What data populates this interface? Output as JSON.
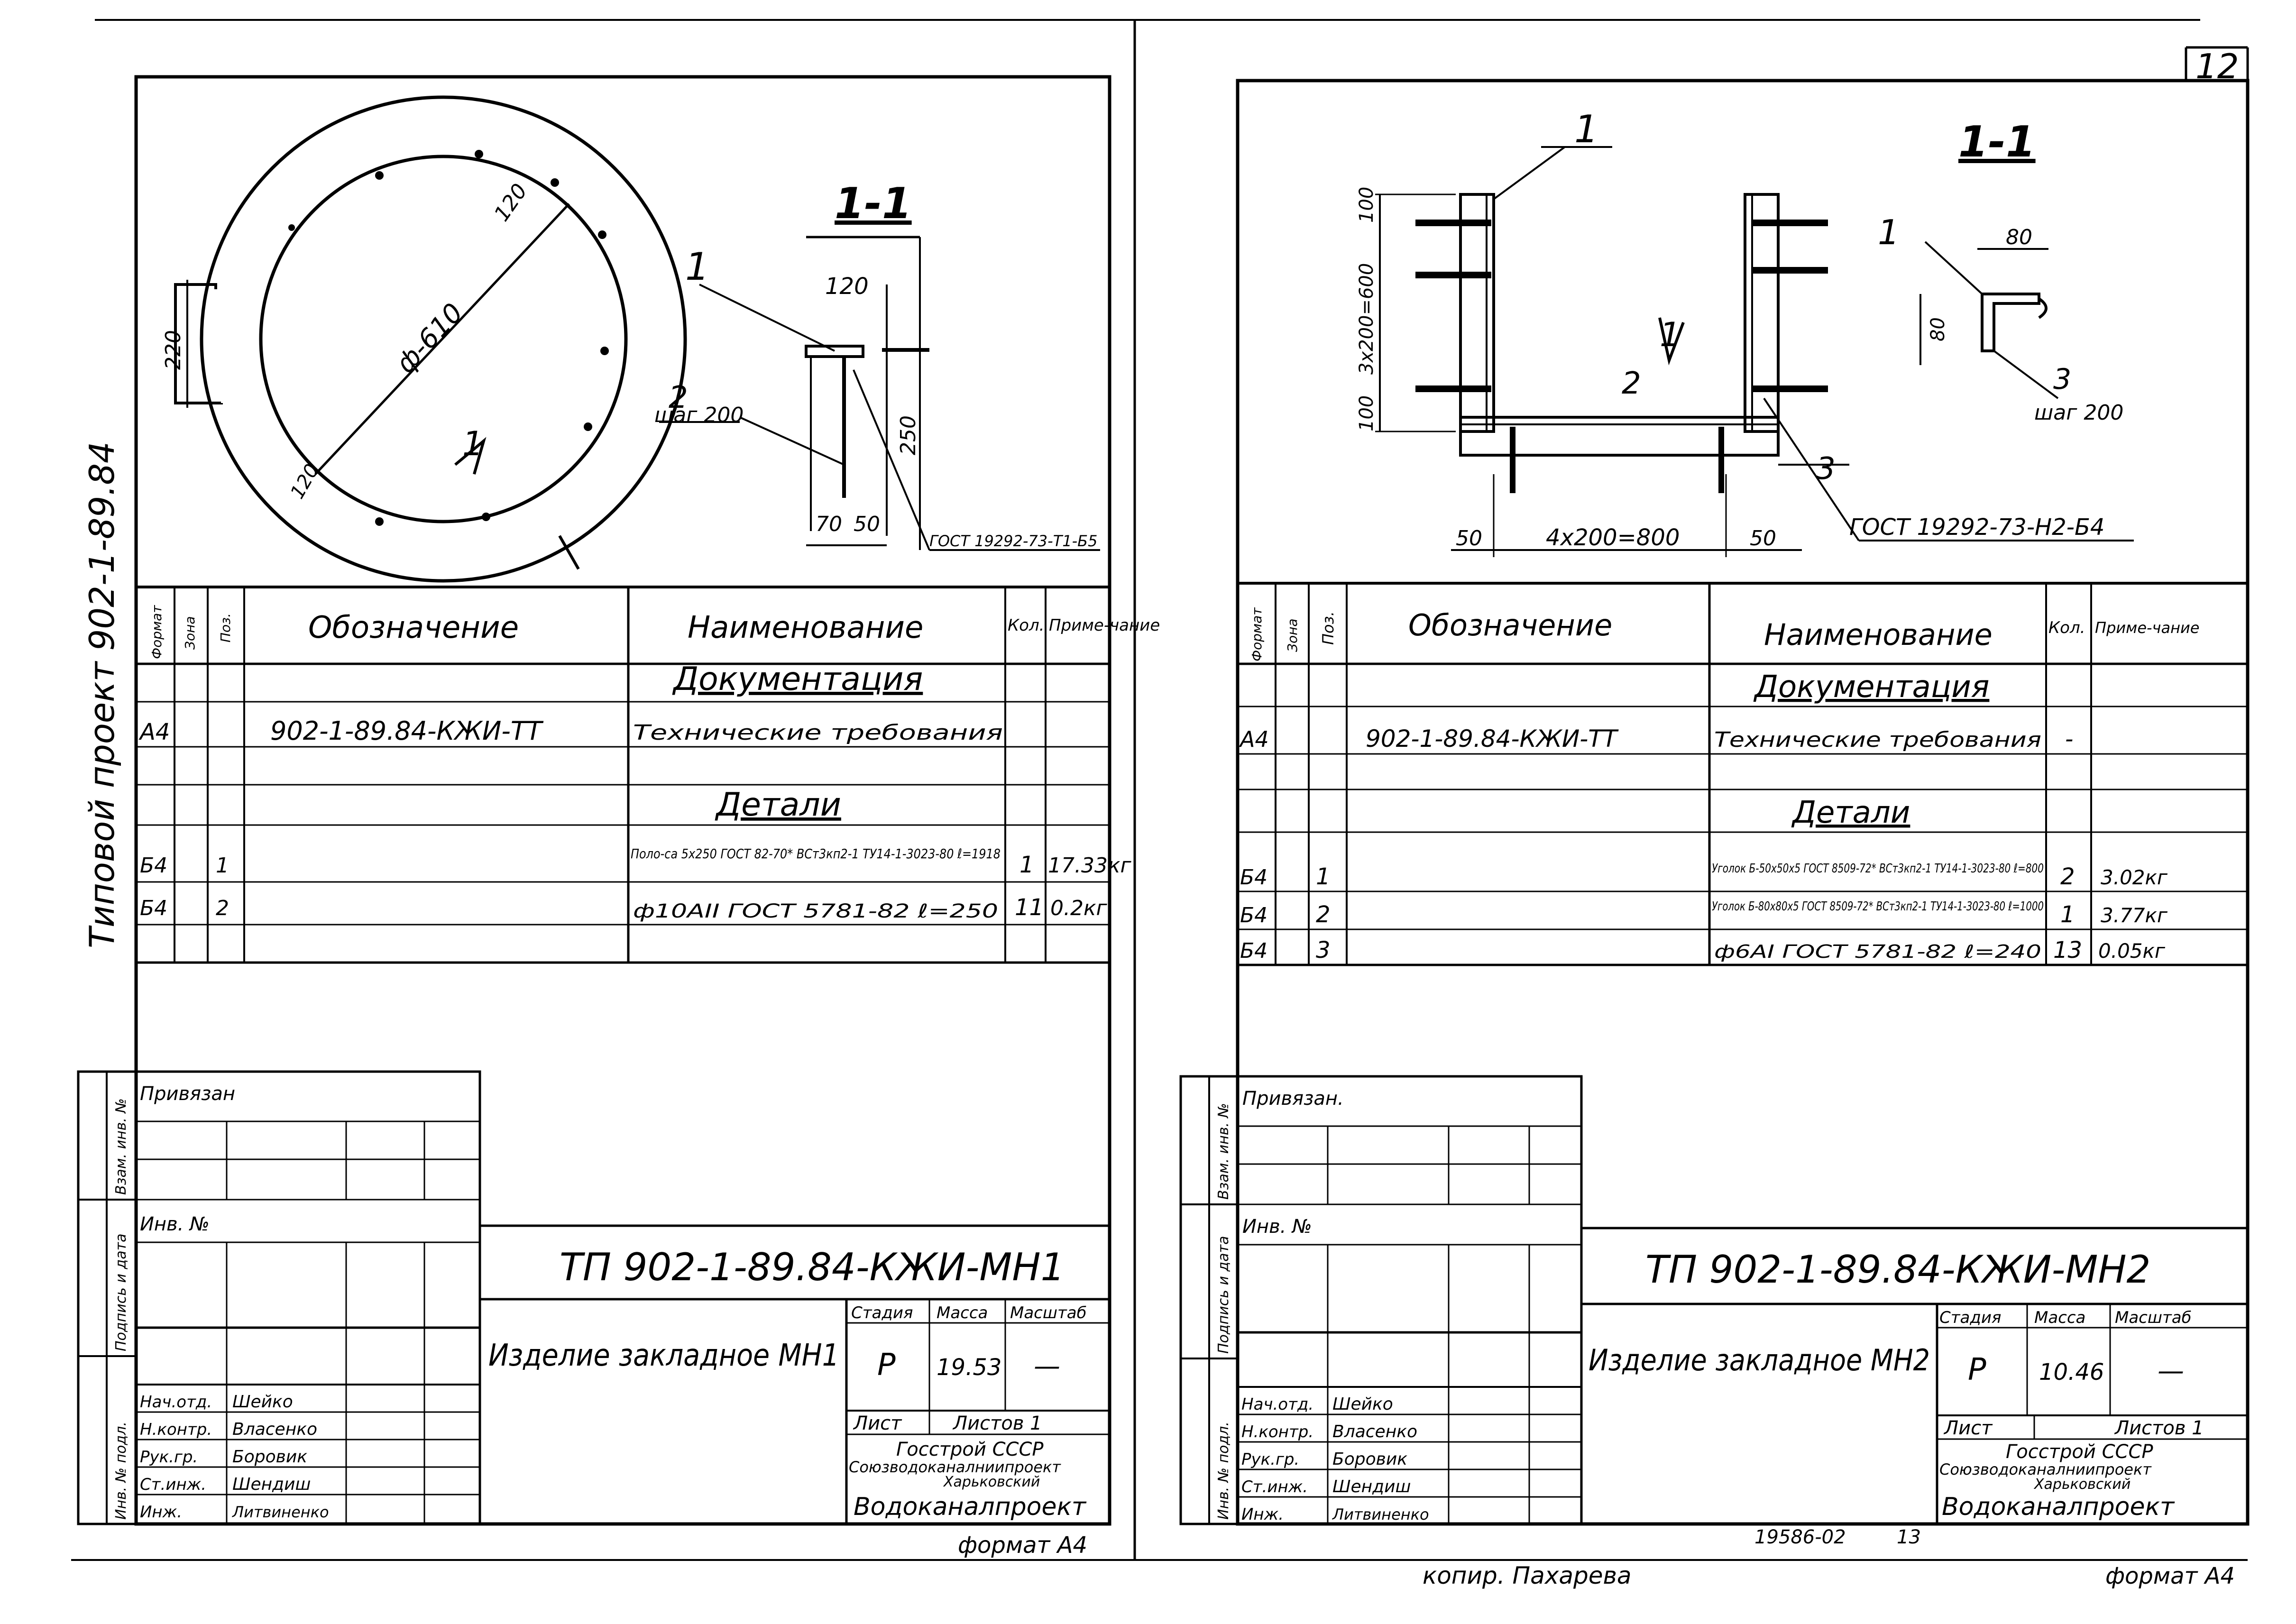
{
  "left": {
    "project_side_label": "Типовой проект 902-1-89.84",
    "section_label": "1-1",
    "dims": {
      "d220": "220",
      "dia": "ф-610",
      "d120a": "120",
      "d120b": "120",
      "w120": "120",
      "h250": "250",
      "d70": "70",
      "d50": "50"
    },
    "callout1": "1",
    "callout2": "2",
    "step_label": "шаг 200",
    "section_mark": "1",
    "gost_label": "ГОСТ 19292-73-Т1-Б5",
    "table": {
      "headers": {
        "format": "Формат",
        "zone": "Зона",
        "pos": "Поз.",
        "designation": "Обозначение",
        "name": "Наименование",
        "qty": "Кол.",
        "note": "Приме-чание"
      },
      "sect_docs": "Документация",
      "sect_details": "Детали",
      "rows": [
        {
          "format": "А4",
          "zone": "",
          "pos": "",
          "designation": "902-1-89.84-КЖИ-ТТ",
          "name": "Технические требования",
          "qty": "",
          "note": ""
        },
        {
          "format": "Б4",
          "zone": "",
          "pos": "1",
          "designation": "",
          "name": "Поло-са 5х250 ГОСТ 82-70* ВСт3кп2-1 ТУ14-1-3023-80 ℓ=1918",
          "qty": "1",
          "note": "17.33кг"
        },
        {
          "format": "Б4",
          "zone": "",
          "pos": "2",
          "designation": "",
          "name": "ф10АII ГОСТ 5781-82 ℓ=250",
          "qty": "11",
          "note": "0.2кг"
        }
      ]
    },
    "stamp": {
      "privyazan": "Привязан",
      "inv": "Инв. №",
      "side_labels": [
        "Взам. инв. №",
        "Подпись и дата",
        "Инв. № подл."
      ],
      "code": "ТП 902-1-89.84-КЖИ-МН1",
      "title": "Изделие закладное МН1",
      "stage_h": "Стадия",
      "mass_h": "Масса",
      "scale_h": "Масштаб",
      "stage": "Р",
      "mass": "19.53",
      "scale": "—",
      "sheet_h": "Лист",
      "sheets_h": "Листов 1",
      "org": [
        "Госстрой СССР",
        "Союзводоканалниипроект",
        "Харьковский",
        "Водоканалпроект"
      ],
      "people": [
        {
          "role": "Нач.отд.",
          "name": "Шейко"
        },
        {
          "role": "Н.контр.",
          "name": "Власенко"
        },
        {
          "role": "Рук.гр.",
          "name": "Боровик"
        },
        {
          "role": "Ст.инж.",
          "name": "Шендиш"
        },
        {
          "role": "Инж.",
          "name": "Литвиненко"
        }
      ]
    },
    "format": "формат А4"
  },
  "right": {
    "sheet_number": "12",
    "section_label": "1-1",
    "dims": {
      "d100top": "100",
      "d3x200": "3х200=600",
      "d100bot": "100",
      "d50": "50",
      "d4x200": "4х200=800",
      "d50b": "50",
      "d80": "80",
      "d80v": "80"
    },
    "callout1": "1",
    "callout1b": "1",
    "callout2": "2",
    "callout3": "3",
    "callout3b": "3",
    "step_label": "шаг 200",
    "section_mark": "1",
    "gost_label": "ГОСТ 19292-73-Н2-Б4",
    "table": {
      "headers": {
        "format": "Формат",
        "zone": "Зона",
        "pos": "Поз.",
        "designation": "Обозначение",
        "name": "Наименование",
        "qty": "Кол.",
        "note": "Приме-чание"
      },
      "sect_docs": "Документация",
      "sect_details": "Детали",
      "rows": [
        {
          "format": "А4",
          "zone": "",
          "pos": "",
          "designation": "902-1-89.84-КЖИ-ТТ",
          "name": "Технические требования",
          "qty": "-",
          "note": ""
        },
        {
          "format": "Б4",
          "zone": "",
          "pos": "1",
          "designation": "",
          "name": "Уголок Б-50х50х5 ГОСТ 8509-72* ВСт3кп2-1 ТУ14-1-3023-80 ℓ=800",
          "qty": "2",
          "note": "3.02кг"
        },
        {
          "format": "Б4",
          "zone": "",
          "pos": "2",
          "designation": "",
          "name": "Уголок Б-80х80х5 ГОСТ 8509-72* ВСт3кп2-1 ТУ14-1-3023-80 ℓ=1000",
          "qty": "1",
          "note": "3.77кг"
        },
        {
          "format": "Б4",
          "zone": "",
          "pos": "3",
          "designation": "",
          "name": "ф6АI ГОСТ 5781-82 ℓ=240",
          "qty": "13",
          "note": "0.05кг"
        }
      ]
    },
    "stamp": {
      "privyazan": "Привязан.",
      "inv": "Инв. №",
      "side_labels": [
        "Взам. инв. №",
        "Подпись и дата",
        "Инв. № подл."
      ],
      "code": "ТП 902-1-89.84-КЖИ-МН2",
      "title": "Изделие закладное МН2",
      "stage_h": "Стадия",
      "mass_h": "Масса",
      "scale_h": "Масштаб",
      "stage": "Р",
      "mass": "10.46",
      "scale": "—",
      "sheet_h": "Лист",
      "sheets_h": "Листов 1",
      "org": [
        "Госстрой СССР",
        "Союзводоканалниипроект",
        "Харьковский",
        "Водоканалпроект"
      ],
      "people": [
        {
          "role": "Нач.отд.",
          "name": "Шейко"
        },
        {
          "role": "Н.контр.",
          "name": "Власенко"
        },
        {
          "role": "Рук.гр.",
          "name": "Боровик"
        },
        {
          "role": "Ст.инж.",
          "name": "Шендиш"
        },
        {
          "role": "Инж.",
          "name": "Литвиненко"
        }
      ]
    },
    "archive": "19586-02",
    "archive_n": "13",
    "copier": "копир. Пахарева",
    "format": "формат А4"
  }
}
